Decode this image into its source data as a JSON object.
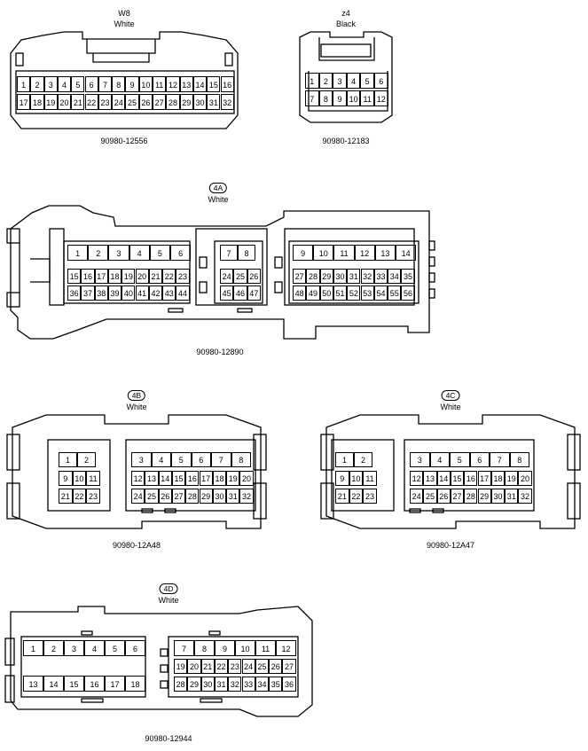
{
  "connectors": [
    {
      "id": "w8",
      "code": "W8",
      "color": "White",
      "part": "90980-12556",
      "rows": [
        [
          "1",
          "2",
          "3",
          "4",
          "5",
          "6",
          "7",
          "8",
          "9",
          "10",
          "11",
          "12",
          "13",
          "14",
          "15",
          "16"
        ],
        [
          "17",
          "18",
          "19",
          "20",
          "21",
          "22",
          "23",
          "24",
          "25",
          "26",
          "27",
          "28",
          "29",
          "30",
          "31",
          "32"
        ]
      ]
    },
    {
      "id": "z4",
      "code": "z4",
      "color": "Black",
      "part": "90980-12183",
      "rows": [
        [
          "1",
          "2",
          "3",
          "4",
          "5",
          "6"
        ],
        [
          "7",
          "8",
          "9",
          "10",
          "11",
          "12"
        ]
      ]
    },
    {
      "id": "4a",
      "code": "4A",
      "color": "White",
      "part": "90980-12890",
      "groups": [
        {
          "rows": [
            [
              "1",
              "2",
              "3",
              "4",
              "5",
              "6"
            ],
            [
              "15",
              "16",
              "17",
              "18",
              "19",
              "20",
              "21",
              "22",
              "23"
            ],
            [
              "36",
              "37",
              "38",
              "39",
              "40",
              "41",
              "42",
              "43",
              "44"
            ]
          ]
        },
        {
          "rows": [
            [
              "7",
              "8"
            ],
            [
              "24",
              "25",
              "26"
            ],
            [
              "45",
              "46",
              "47"
            ]
          ]
        },
        {
          "rows": [
            [
              "9",
              "10",
              "11",
              "12",
              "13",
              "14"
            ],
            [
              "27",
              "28",
              "29",
              "30",
              "31",
              "32",
              "33",
              "34",
              "35"
            ],
            [
              "48",
              "49",
              "50",
              "51",
              "52",
              "53",
              "54",
              "55",
              "56"
            ]
          ]
        }
      ]
    },
    {
      "id": "4b",
      "code": "4B",
      "color": "White",
      "part": "90980-12A48",
      "groups": [
        {
          "rows": [
            [
              "1",
              "2"
            ],
            [
              "9",
              "10",
              "11"
            ],
            [
              "21",
              "22",
              "23"
            ]
          ]
        },
        {
          "rows": [
            [
              "3",
              "4",
              "5",
              "6",
              "7",
              "8"
            ],
            [
              "12",
              "13",
              "14",
              "15",
              "16",
              "17",
              "18",
              "19",
              "20"
            ],
            [
              "24",
              "25",
              "26",
              "27",
              "28",
              "29",
              "30",
              "31",
              "32"
            ]
          ]
        }
      ]
    },
    {
      "id": "4c",
      "code": "4C",
      "color": "White",
      "part": "90980-12A47",
      "groups": [
        {
          "rows": [
            [
              "1",
              "2"
            ],
            [
              "9",
              "10",
              "11"
            ],
            [
              "21",
              "22",
              "23"
            ]
          ]
        },
        {
          "rows": [
            [
              "3",
              "4",
              "5",
              "6",
              "7",
              "8"
            ],
            [
              "12",
              "13",
              "14",
              "15",
              "16",
              "17",
              "18",
              "19",
              "20"
            ],
            [
              "24",
              "25",
              "26",
              "27",
              "28",
              "29",
              "30",
              "31",
              "32"
            ]
          ]
        }
      ]
    },
    {
      "id": "4d",
      "code": "4D",
      "color": "White",
      "part": "90980-12944",
      "groups": [
        {
          "rows": [
            [
              "1",
              "2",
              "3",
              "4",
              "5",
              "6"
            ],
            [
              "13",
              "14",
              "15",
              "16",
              "17",
              "18"
            ]
          ]
        },
        {
          "rows": [
            [
              "7",
              "8",
              "9",
              "10",
              "11",
              "12"
            ],
            [
              "19",
              "20",
              "21",
              "22",
              "23",
              "24",
              "25",
              "26",
              "27"
            ],
            [
              "28",
              "29",
              "30",
              "31",
              "32",
              "33",
              "34",
              "35",
              "36"
            ]
          ]
        }
      ]
    }
  ]
}
